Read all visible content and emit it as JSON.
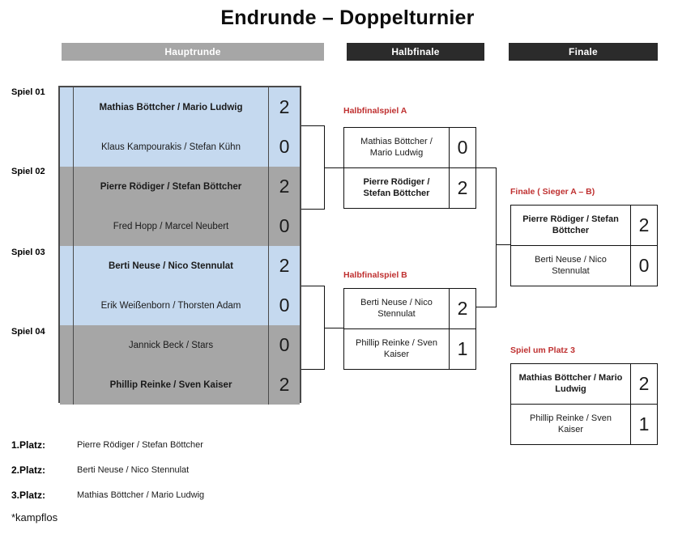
{
  "title": "Endrunde – Doppelturnier",
  "round_bars": [
    {
      "label": "Hauptrunde"
    },
    {
      "label": "Halbfinale"
    },
    {
      "label": "Finale"
    }
  ],
  "main_round": {
    "game_labels": [
      "Spiel 01",
      "Spiel 02",
      "Spiel 03",
      "Spiel 04"
    ],
    "rows": [
      {
        "team": "Mathias Böttcher / Mario Ludwig",
        "score": "2",
        "shade": "blue",
        "winner": true
      },
      {
        "team": "Klaus Kampourakis / Stefan Kühn",
        "score": "0",
        "shade": "blue",
        "winner": false
      },
      {
        "team": "Pierre Rödiger / Stefan Böttcher",
        "score": "2",
        "shade": "gray",
        "winner": true
      },
      {
        "team": "Fred Hopp / Marcel Neubert",
        "score": "0",
        "shade": "gray",
        "winner": false
      },
      {
        "team": "Berti Neuse / Nico Stennulat",
        "score": "2",
        "shade": "blue",
        "winner": true
      },
      {
        "team": "Erik Weißenborn / Thorsten Adam",
        "score": "0",
        "shade": "blue",
        "winner": false
      },
      {
        "team": "Jannick Beck / Stars",
        "score": "0",
        "shade": "gray",
        "winner": false
      },
      {
        "team": "Phillip Reinke / Sven Kaiser",
        "score": "2",
        "shade": "gray",
        "winner": true
      }
    ]
  },
  "semifinal_a": {
    "label": "Halbfinalspiel A",
    "rows": [
      {
        "team": "Mathias Böttcher / Mario Ludwig",
        "score": "0",
        "winner": false
      },
      {
        "team": "Pierre Rödiger / Stefan Böttcher",
        "score": "2",
        "winner": true
      }
    ]
  },
  "semifinal_b": {
    "label": "Halbfinalspiel B",
    "rows": [
      {
        "team": "Berti Neuse / Nico Stennulat",
        "score": "2",
        "winner": false
      },
      {
        "team": "Phillip Reinke / Sven Kaiser",
        "score": "1",
        "winner": false
      }
    ]
  },
  "final": {
    "label": "Finale ( Sieger A – B)",
    "rows": [
      {
        "team": "Pierre Rödiger / Stefan Böttcher",
        "score": "2",
        "winner": true
      },
      {
        "team": "Berti Neuse / Nico Stennulat",
        "score": "0",
        "winner": false
      }
    ]
  },
  "third_place": {
    "label": "Spiel um Platz 3",
    "rows": [
      {
        "team": "Mathias Böttcher / Mario Ludwig",
        "score": "2",
        "winner": true
      },
      {
        "team": "Phillip Reinke / Sven Kaiser",
        "score": "1",
        "winner": false
      }
    ]
  },
  "placements": [
    {
      "key": "1.Platz:",
      "value": "Pierre Rödiger / Stefan Böttcher"
    },
    {
      "key": "2.Platz:",
      "value": "Berti Neuse / Nico Stennulat"
    },
    {
      "key": "3.Platz:",
      "value": "Mathias Böttcher / Mario Ludwig"
    }
  ],
  "footnote": "*kampflos"
}
